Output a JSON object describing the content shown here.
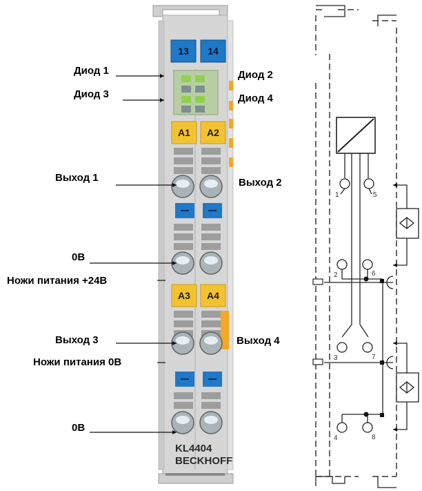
{
  "labels": {
    "diode1": "Диод 1",
    "diode2": "Диод 2",
    "diode3": "Диод 3",
    "diode4": "Диод 4",
    "output1": "Выход 1",
    "output2": "Выход 2",
    "output3": "Выход 3",
    "output4": "Выход 4",
    "zero_v_a": "0В",
    "zero_v_b": "0В",
    "power_contacts_24v": "Ножи питания +24В",
    "power_contacts_0v": "Ножи питания 0В"
  },
  "terminal": {
    "top_tags": [
      "13",
      "14"
    ],
    "tags_a": [
      "A1",
      "A2"
    ],
    "tags_b": [
      "A3",
      "A4"
    ],
    "model": "KL4404",
    "brand": "BECKHOFF"
  },
  "schematic": {
    "pins": [
      "1",
      "5",
      "2",
      "6",
      "3",
      "7",
      "4",
      "8"
    ]
  },
  "colors": {
    "blue_tag": "#1f78c8",
    "yellow_tag": "#f2c230",
    "orange_led": "#f5a623",
    "green_led": "#8fd14f",
    "housing": "#d3d3d3"
  }
}
